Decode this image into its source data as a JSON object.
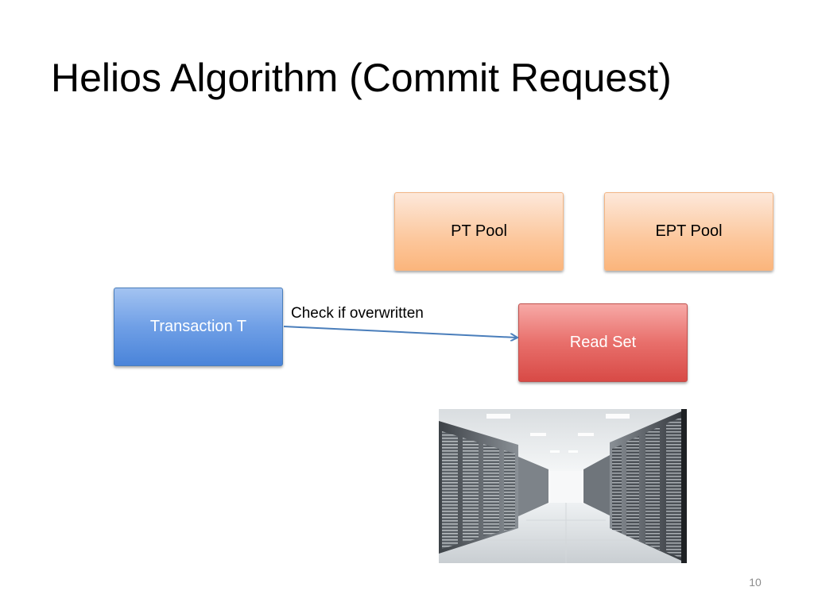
{
  "slide": {
    "title": "Helios Algorithm (Commit Request)",
    "page_number": "10"
  },
  "diagram": {
    "pt_pool_label": "PT Pool",
    "ept_pool_label": "EPT Pool",
    "transaction_label": "Transaction T",
    "read_set_label": "Read Set",
    "arrow_label": "Check if overwritten"
  },
  "colors": {
    "orange_box": "#fcc79c",
    "blue_box": "#6f9fe6",
    "red_box": "#e86f6b",
    "arrow": "#4a7ebb"
  },
  "image": {
    "subject": "data-center-server-room"
  }
}
